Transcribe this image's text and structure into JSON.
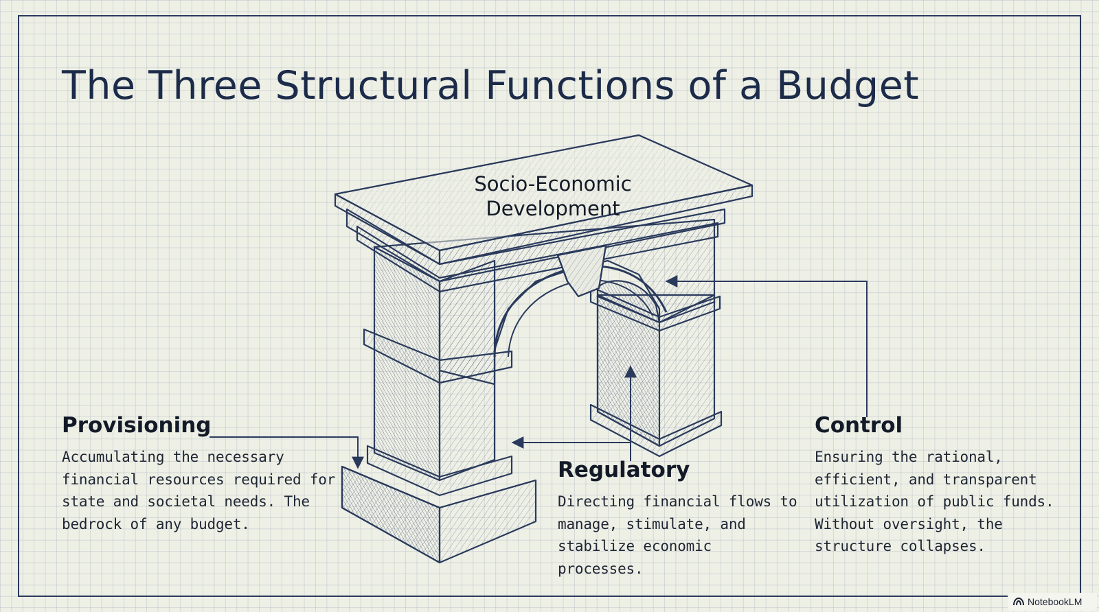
{
  "title": "The Three Structural Functions of a Budget",
  "arch_top_label": "Socio-Economic Development",
  "functions": [
    {
      "heading": "Provisioning",
      "body": "Accumulating the necessary financial resources required for state and societal needs. The bedrock of any budget."
    },
    {
      "heading": "Regulatory",
      "body": "Directing financial flows to manage, stimulate, and stabilize economic processes."
    },
    {
      "heading": "Control",
      "body": "Ensuring the rational, efficient, and transparent utilization of public funds. Without oversight, the structure collapses."
    }
  ],
  "watermark": "NotebookLM",
  "colors": {
    "background": "#eef0e6",
    "ink": "#2a3a5c",
    "text": "#131a27"
  }
}
